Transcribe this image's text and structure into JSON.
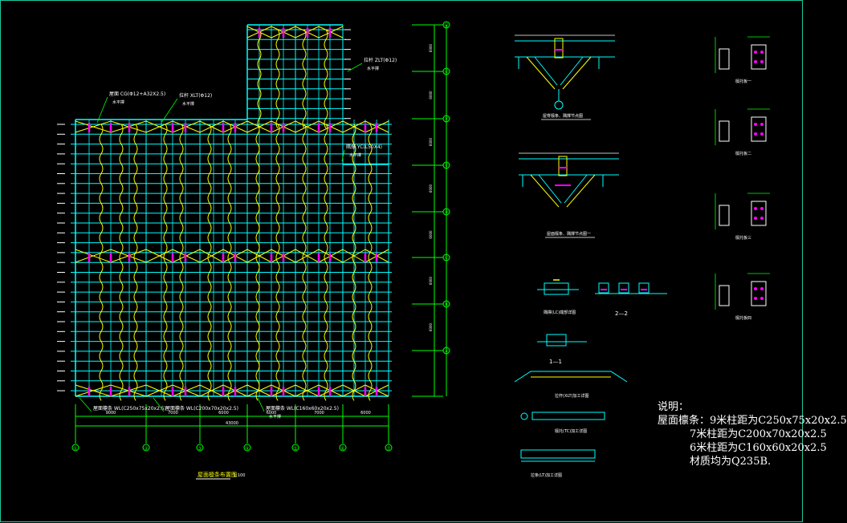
{
  "plan": {
    "title": "屋面檩条布置图",
    "scale": "1:100",
    "total_dim": "43000",
    "bottom_dims": [
      "9000",
      "7000",
      "6000",
      "6000",
      "7000",
      "6000",
      "6000"
    ],
    "col_axes": [
      "①",
      "②",
      "③",
      "④",
      "⑤",
      "⑥",
      "⑦"
    ],
    "callouts": [
      {
        "text": "屋面 CG(Φ12+A32X2.5)",
        "sub": "水平撑"
      },
      {
        "text": "拉杆 XLT(Φ12)",
        "sub": "水平撑"
      },
      {
        "text": "拉杆 ZLT(Φ12)",
        "sub": "水平撑"
      },
      {
        "text": "隅撑 YC(L50X4)",
        "sub": "水平撑"
      },
      {
        "text": "屋面檩条 WL(C250x75x20x2.5)",
        "sub": ""
      },
      {
        "text": "屋面檩条 WL(C200x70x20x2.5)",
        "sub": ""
      },
      {
        "text": "屋面檩条 WL(C160x60x20x2.5)",
        "sub": "水平撑"
      }
    ]
  },
  "side_axis": {
    "labels": [
      "Ⓗ",
      "Ⓖ",
      "Ⓕ",
      "Ⓔ",
      "Ⓓ",
      "Ⓒ",
      "Ⓑ",
      "Ⓐ"
    ],
    "dims": [
      "6000",
      "6000",
      "6000",
      "6000",
      "6000",
      "6000",
      "6000"
    ]
  },
  "details": {
    "node1_title": "屋脊檩条、隅撑节点图",
    "node2_title": "屋面檩条、隅撑节点图一",
    "section_22": "2—2",
    "section_11": "1—1",
    "yc_caption": "隅撑(LC)端部详图",
    "tie_caption": "拉杆(XLT)加工详图",
    "strut_caption": "檩托(TC)加工详图",
    "brace_caption": "拉条(LT)加工详图",
    "plate_labels": [
      "檩托板一",
      "檩托板二",
      "檩托板三",
      "檩托板四"
    ]
  },
  "notes": {
    "title": "说明：",
    "lines": [
      "屋面檩条：9米柱距为C250x75x20x2.5",
      "7米柱距为C200x70x20x2.5",
      "6米柱距为C160x60x20x2.5",
      "材质均为Q235B."
    ]
  },
  "colors": {
    "grid": "#00ffff",
    "brace": "#ffff00",
    "accent": "#ff00ff",
    "axis": "#00ff00",
    "text": "#ffffff",
    "border": "#1ec8a0"
  }
}
